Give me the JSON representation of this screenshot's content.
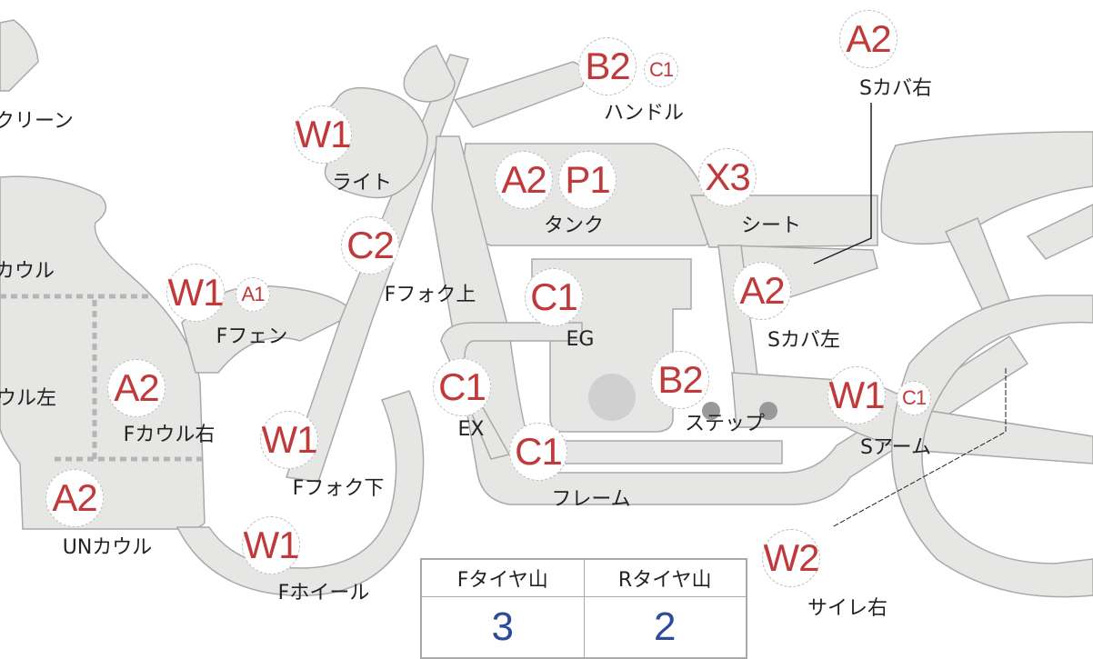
{
  "parts": [
    {
      "id": "screen",
      "label": "クリーン",
      "grades": []
    },
    {
      "id": "cowl",
      "label": "カウル",
      "grades": []
    },
    {
      "id": "f-cowl-left",
      "label": "ウル左",
      "grades": []
    },
    {
      "id": "light",
      "label": "ライト",
      "grades": [
        "W1"
      ]
    },
    {
      "id": "handle",
      "label": "ハンドル",
      "grades": [
        "B2",
        "C1"
      ]
    },
    {
      "id": "s-cover-right",
      "label": "Sカバ右",
      "grades": [
        "A2"
      ]
    },
    {
      "id": "tank",
      "label": "タンク",
      "grades": [
        "A2",
        "P1"
      ]
    },
    {
      "id": "seat",
      "label": "シート",
      "grades": [
        "X3"
      ]
    },
    {
      "id": "f-fork-upper",
      "label": "Fフォク上",
      "grades": [
        "C2"
      ]
    },
    {
      "id": "f-fender",
      "label": "Fフェン",
      "grades": [
        "W1",
        "A1"
      ]
    },
    {
      "id": "engine",
      "label": "EG",
      "grades": [
        "C1"
      ]
    },
    {
      "id": "s-cover-left",
      "label": "Sカバ左",
      "grades": [
        "A2"
      ]
    },
    {
      "id": "exhaust",
      "label": "EX",
      "grades": [
        "C1"
      ]
    },
    {
      "id": "step",
      "label": "ステップ",
      "grades": [
        "B2"
      ]
    },
    {
      "id": "swing-arm",
      "label": "Sアーム",
      "grades": [
        "W1",
        "C1"
      ]
    },
    {
      "id": "f-cowl-right",
      "label": "Fカウル右",
      "grades": [
        "A2"
      ]
    },
    {
      "id": "f-fork-lower",
      "label": "Fフォク下",
      "grades": [
        "W1"
      ]
    },
    {
      "id": "frame",
      "label": "フレーム",
      "grades": [
        "C1"
      ]
    },
    {
      "id": "under-cowl",
      "label": "UNカウル",
      "grades": [
        "A2"
      ]
    },
    {
      "id": "f-wheel",
      "label": "Fホイール",
      "grades": [
        "W1"
      ]
    },
    {
      "id": "silencer-right",
      "label": "サイレ右",
      "grades": [
        "W2"
      ]
    }
  ],
  "tire_table": {
    "headers": [
      "Fタイヤ山",
      "Rタイヤ山"
    ],
    "values": [
      "3",
      "2"
    ]
  },
  "colors": {
    "grade": "#c0393b",
    "tire_value": "#2f4a9a",
    "part_fill": "#e6e6e4"
  }
}
